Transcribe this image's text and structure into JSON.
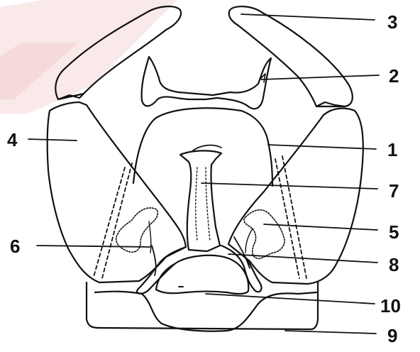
{
  "figure": {
    "labels": [
      {
        "id": "1",
        "text": "1"
      },
      {
        "id": "2",
        "text": "2"
      },
      {
        "id": "3",
        "text": "3"
      },
      {
        "id": "4",
        "text": "4"
      },
      {
        "id": "5",
        "text": "5"
      },
      {
        "id": "6",
        "text": "6"
      },
      {
        "id": "7",
        "text": "7"
      },
      {
        "id": "8",
        "text": "8"
      },
      {
        "id": "9",
        "text": "9"
      },
      {
        "id": "10",
        "text": "10"
      }
    ]
  },
  "colors": {
    "ink": "#111111",
    "watermark": "#f6dada",
    "background": "#ffffff"
  }
}
